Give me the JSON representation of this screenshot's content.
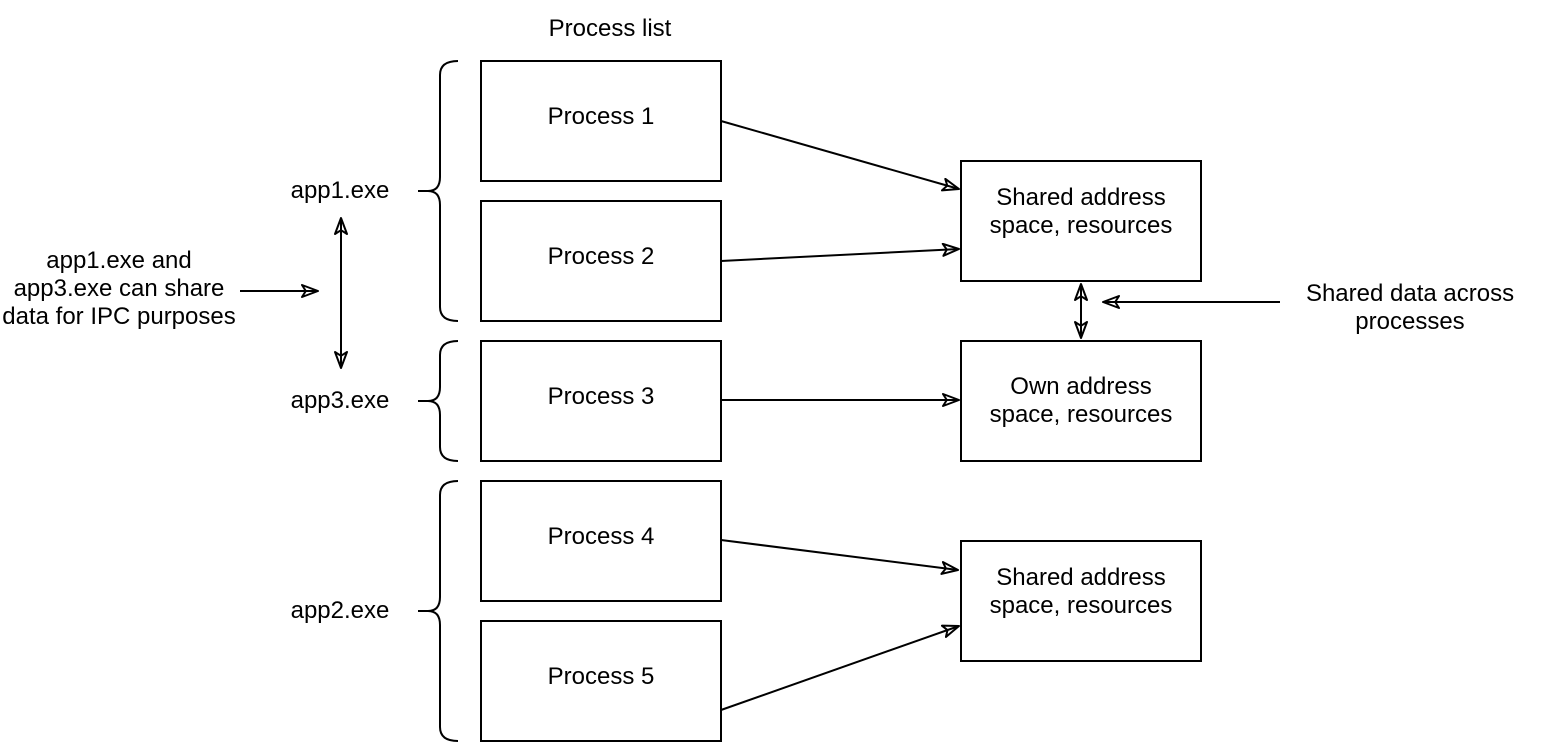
{
  "title": "Process list",
  "groups": [
    {
      "label": "app1.exe"
    },
    {
      "label": "app3.exe"
    },
    {
      "label": "app2.exe"
    }
  ],
  "processes": [
    {
      "label": "Process 1"
    },
    {
      "label": "Process 2"
    },
    {
      "label": "Process 3"
    },
    {
      "label": "Process 4"
    },
    {
      "label": "Process 5"
    }
  ],
  "address_boxes": [
    {
      "lines": [
        "Shared address",
        "space, resources"
      ]
    },
    {
      "lines": [
        "Own address",
        "space, resources"
      ]
    },
    {
      "lines": [
        "Shared address",
        "space, resources"
      ]
    }
  ],
  "annotations": {
    "left": {
      "lines": [
        "app1.exe and",
        "app3.exe can share",
        "data for IPC purposes"
      ]
    },
    "right": {
      "lines": [
        "Shared data across",
        "processes"
      ]
    }
  },
  "colors": {
    "stroke": "#000000",
    "background": "#ffffff"
  }
}
